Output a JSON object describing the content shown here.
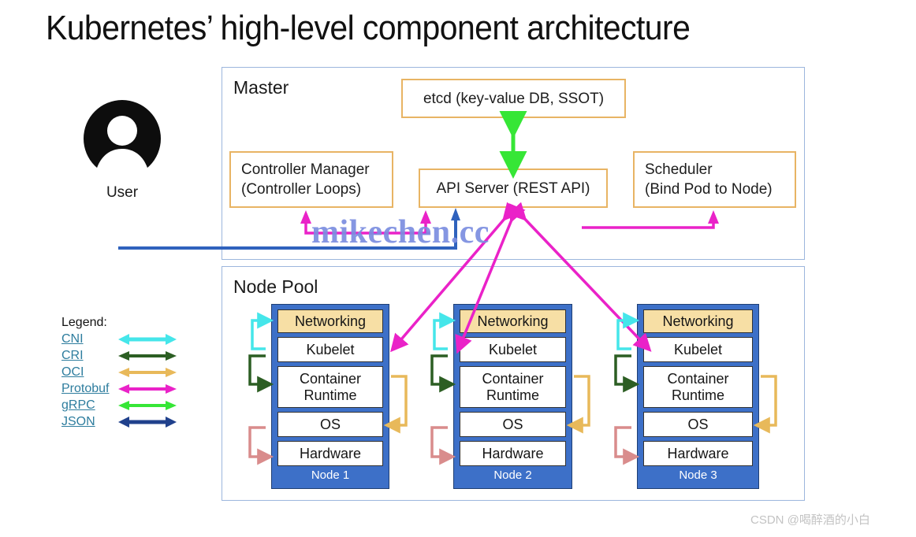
{
  "title": "Kubernetes’ high-level component architecture",
  "user": {
    "label": "User",
    "icon": "user-avatar-icon"
  },
  "master": {
    "title": "Master",
    "boxes": [
      {
        "id": "etcd",
        "label": "etcd (key-value DB, SSOT)"
      },
      {
        "id": "controller-manager",
        "label": "Controller Manager\n(Controller Loops)",
        "line1": "Controller Manager",
        "line2": "(Controller Loops)"
      },
      {
        "id": "api-server",
        "label": "API Server (REST API)"
      },
      {
        "id": "scheduler",
        "label": "Scheduler\n(Bind Pod to Node)",
        "line1": "Scheduler",
        "line2": "(Bind Pod to Node)"
      }
    ]
  },
  "node_pool": {
    "title": "Node Pool",
    "layer_labels": {
      "networking": "Networking",
      "kubelet": "Kubelet",
      "runtime_line1": "Container",
      "runtime_line2": "Runtime",
      "os": "OS",
      "hardware": "Hardware"
    },
    "nodes": [
      {
        "name": "Node 1"
      },
      {
        "name": "Node 2"
      },
      {
        "name": "Node 3"
      }
    ]
  },
  "legend": {
    "title": "Legend:",
    "items": [
      {
        "label": "CNI",
        "color": "#45e6ea"
      },
      {
        "label": "CRI",
        "color": "#2c5e23"
      },
      {
        "label": "OCI",
        "color": "#e8b95a"
      },
      {
        "label": "Protobuf",
        "color": "#ea22c8"
      },
      {
        "label": "gRPC",
        "color": "#36e636"
      },
      {
        "label": "JSON",
        "color": "#20418c"
      }
    ]
  },
  "colors": {
    "node_blue": "#3d70c8",
    "networking_fill": "#f7dfa5",
    "box_border_orange": "#e8b464",
    "panel_border": "#9cb6dd",
    "json_blue": "#2f62bd",
    "protobuf_magenta": "#ea22c8",
    "grpc_green": "#36e636",
    "cni_cyan": "#45e6ea",
    "cri_green": "#2c5e23",
    "oci_orange": "#e8b95a",
    "hardware_link": "#d98c8c",
    "watermark": "#7b8ee0"
  },
  "watermarks": {
    "main": "mikechen.cc",
    "csdn": "CSDN @喝醉酒的小白"
  }
}
